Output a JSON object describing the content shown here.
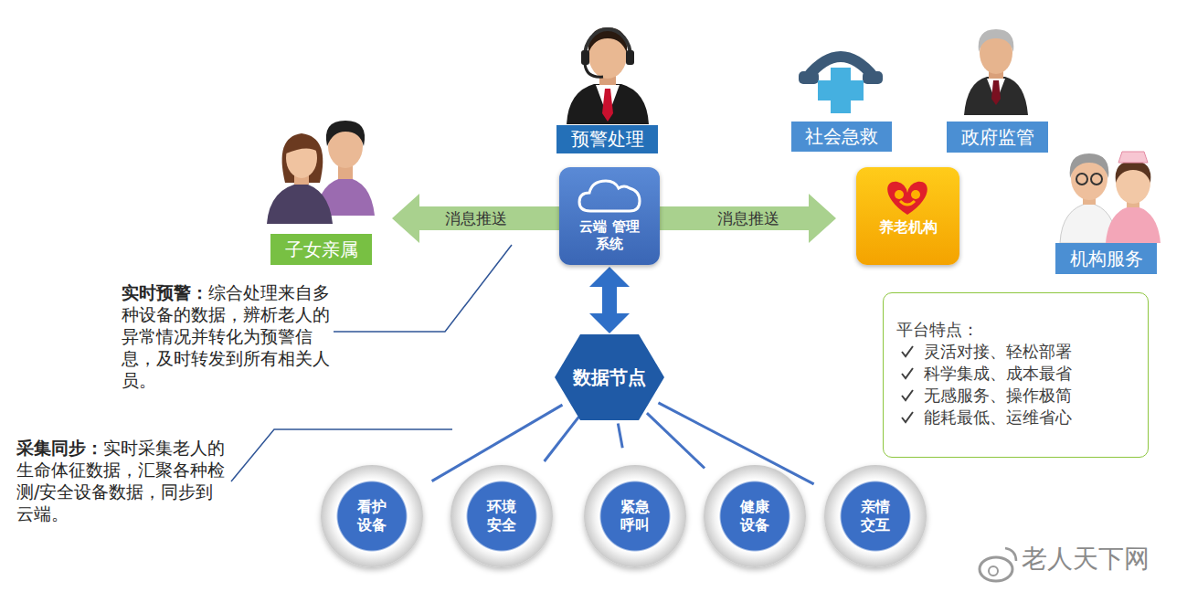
{
  "diagram": {
    "nodes": [
      {
        "text": [
          "预警处理"
        ]
      },
      {
        "text": [
          "社会急救"
        ]
      },
      {
        "text": [
          "政府监管"
        ]
      },
      {
        "text": [
          "子女亲属"
        ]
      },
      {
        "text": [
          "云端 管理系统"
        ]
      },
      {
        "text": [
          "养老机构"
        ]
      },
      {
        "text": [
          "机构服务"
        ]
      },
      {
        "text": [
          "平台特点：",
          "灵活对接、轻松部署",
          "科学集成、成本最省",
          "无感服务、操作极简",
          "能耗最低、运维省心"
        ]
      },
      {
        "text": [
          "数据节点"
        ]
      },
      {
        "text": [
          "看护 设备"
        ]
      },
      {
        "text": [
          "环境 安全"
        ]
      },
      {
        "text": [
          "紧急 呼叫"
        ]
      },
      {
        "text": [
          "健康 设备"
        ]
      },
      {
        "text": [
          "亲情 交互"
        ]
      }
    ],
    "edges": [
      {
        "from": 4,
        "to": 3,
        "arrow": "to",
        "label": "消息推送"
      },
      {
        "from": 4,
        "to": 5,
        "arrow": "to",
        "label": "消息推送"
      },
      {
        "from": 4,
        "to": 8,
        "arrow": "both"
      },
      {
        "from": 8,
        "to": 9,
        "arrow": "none"
      },
      {
        "from": 8,
        "to": 10,
        "arrow": "none"
      },
      {
        "from": 8,
        "to": 11,
        "arrow": "none"
      },
      {
        "from": 8,
        "to": 12,
        "arrow": "none"
      },
      {
        "from": 8,
        "to": 13,
        "arrow": "none"
      }
    ],
    "labels": [
      "实时预警：",
      "综合处理来自多种设备的数据，辨析老人的异常情况并转化为预警信息，及时转发到所有相关人员。",
      "采集同步：",
      "实时采集老人的生命体征数据，汇聚各种检测/安全设备数据，同步到云端。",
      "老人天下网"
    ]
  }
}
